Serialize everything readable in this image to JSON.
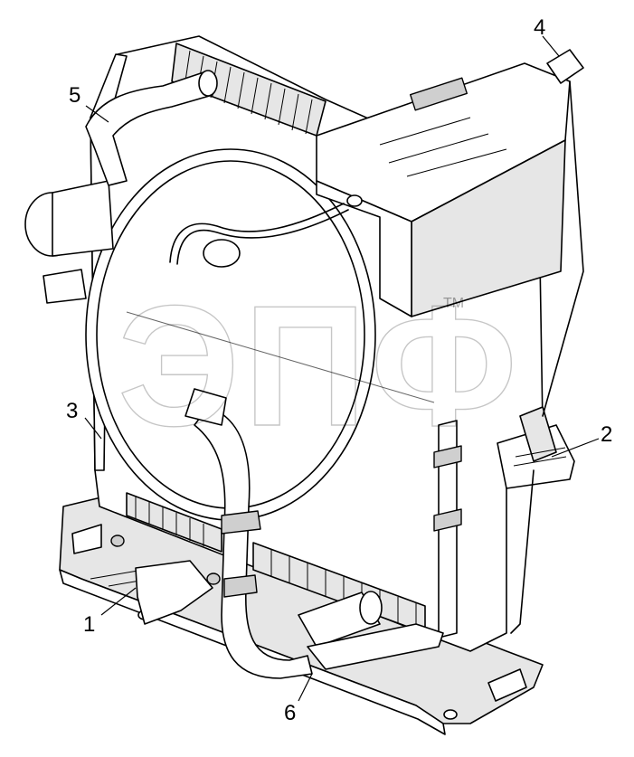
{
  "callouts": [
    {
      "id": "1",
      "label": "1"
    },
    {
      "id": "2",
      "label": "2"
    },
    {
      "id": "3",
      "label": "3"
    },
    {
      "id": "4",
      "label": "4"
    },
    {
      "id": "5",
      "label": "5"
    },
    {
      "id": "6",
      "label": "6"
    }
  ],
  "watermark": {
    "text": "ЭПФ",
    "trademark": "TM"
  },
  "colors": {
    "line": "#000000",
    "background": "#ffffff",
    "shade": "#e6e6e6"
  }
}
